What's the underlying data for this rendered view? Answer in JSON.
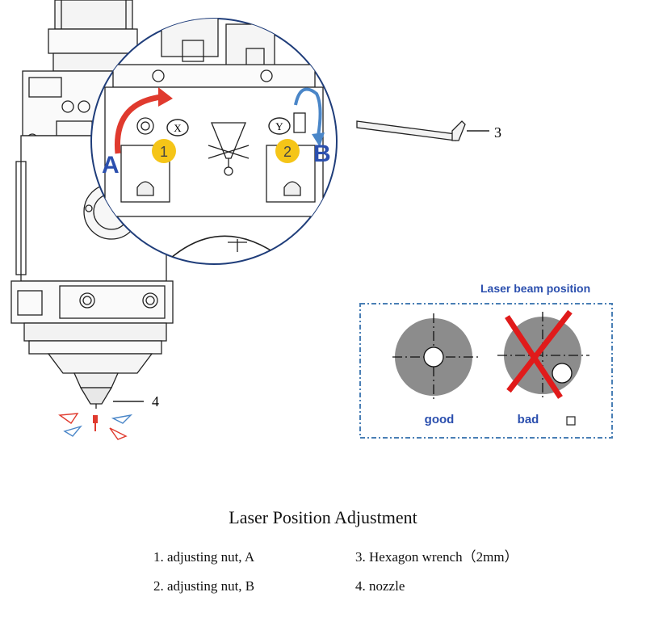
{
  "diagram": {
    "callout_labels": {
      "a": "A",
      "b": "B",
      "num1": "1",
      "num2": "2",
      "x_mark": "X",
      "y_mark": "Y",
      "part3": "3",
      "part4": "4"
    },
    "beam_panel": {
      "title": "Laser beam position",
      "good_label": "good",
      "bad_label": "bad"
    },
    "colors": {
      "red_arrow": "#e03a2e",
      "blue_arrow": "#4a86c8",
      "badge_yellow": "#f5c518",
      "blue_text": "#2b4fae",
      "panel_border": "#4a7fb5",
      "gray_disc": "#8c8c8c",
      "x_mark": "#e01b1b"
    }
  },
  "caption": {
    "title": "Laser Position Adjustment",
    "items": [
      "1. adjusting nut, A",
      "3. Hexagon wrench（2mm）",
      "2. adjusting nut, B",
      "4. nozzle"
    ]
  }
}
